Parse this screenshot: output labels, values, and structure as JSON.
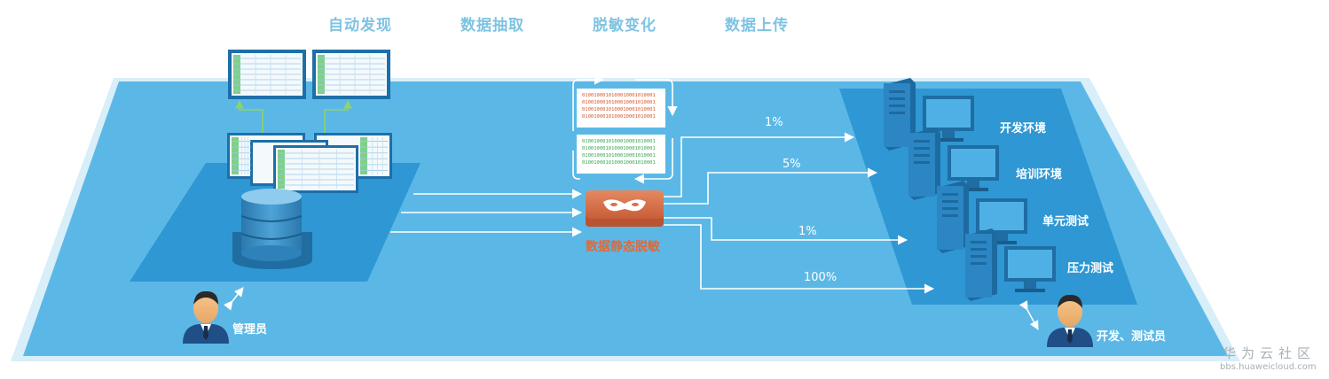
{
  "stages": [
    {
      "label": "自动发现"
    },
    {
      "label": "数据抽取"
    },
    {
      "label": "脱敏变化"
    },
    {
      "label": "数据上传"
    }
  ],
  "engine": {
    "label": "数据静态脱敏"
  },
  "binary_rows_top": [
    "0100100010100010001010001",
    "0100100010100010001010001",
    "0100100010100010001010001",
    "0100100010100010001010001"
  ],
  "binary_rows_bottom": [
    "0100100010100010001010001",
    "0100100010100010001010001",
    "0100100010100010001010001",
    "0100100010100010001010001"
  ],
  "admin": {
    "label": "管理员"
  },
  "developer": {
    "label": "开发、测试员"
  },
  "environments": [
    {
      "label": "开发环境"
    },
    {
      "label": "培训环境"
    },
    {
      "label": "单元测试"
    },
    {
      "label": "压力测试"
    }
  ],
  "flows": [
    {
      "percent": "1%"
    },
    {
      "percent": "5%"
    },
    {
      "percent": "1%"
    },
    {
      "percent": "100%"
    }
  ],
  "watermark": {
    "name": "华为云社区",
    "url": "bbs.huaweicloud.com"
  },
  "colors": {
    "platform": "#5bb8e6",
    "platform_edge": "#d8eef9",
    "panel": "#2f97d3",
    "engine": "#d9704a",
    "stage_label": "#7ec3e2",
    "engine_label": "#e0693a"
  }
}
